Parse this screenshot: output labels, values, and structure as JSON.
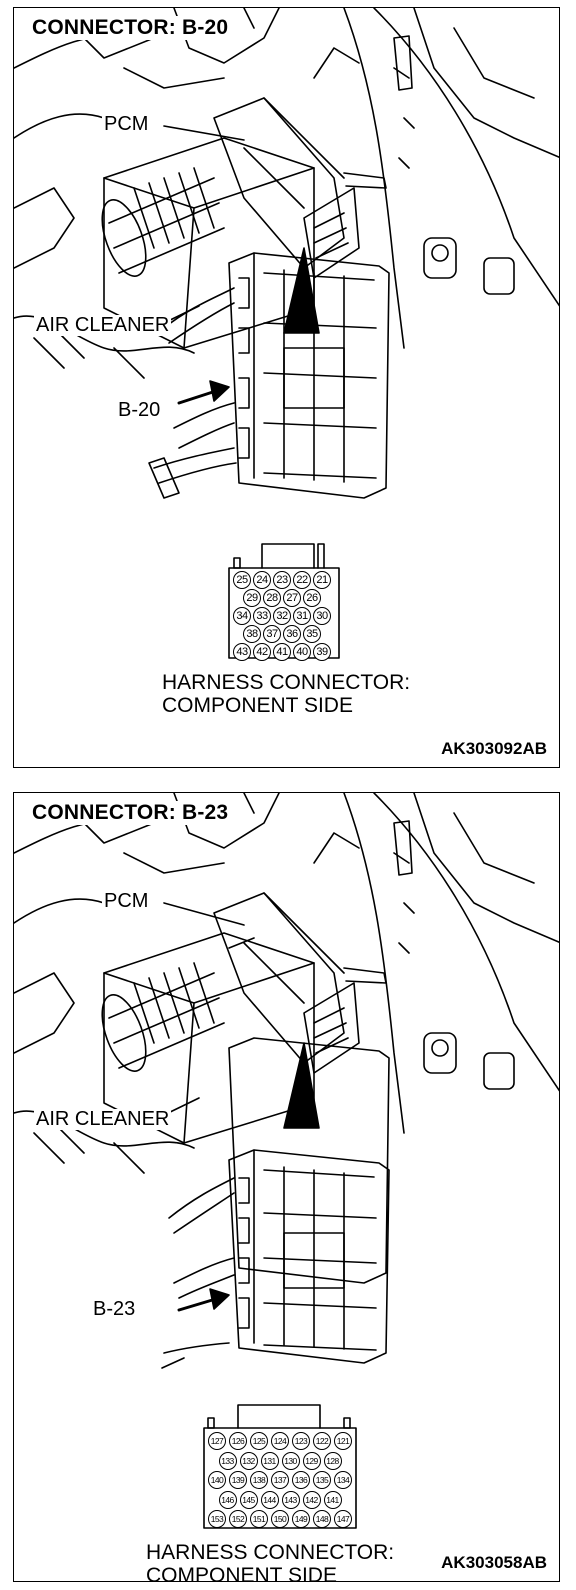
{
  "diagrams": [
    {
      "title": "CONNECTOR: B-20",
      "labels": {
        "pcm": "PCM",
        "air_cleaner": "AIR CLEANER",
        "connector": "B-20"
      },
      "pin_rows": [
        [
          "25",
          "24",
          "23",
          "22",
          "21"
        ],
        [
          "29",
          "28",
          "27",
          "26"
        ],
        [
          "34",
          "33",
          "32",
          "31",
          "30"
        ],
        [
          "38",
          "37",
          "36",
          "35"
        ],
        [
          "43",
          "42",
          "41",
          "40",
          "39"
        ]
      ],
      "caption_line1": "HARNESS CONNECTOR:",
      "caption_line2": "COMPONENT SIDE",
      "code": "AK303092AB"
    },
    {
      "title": "CONNECTOR: B-23",
      "labels": {
        "pcm": "PCM",
        "air_cleaner": "AIR CLEANER",
        "connector": "B-23"
      },
      "pin_rows": [
        [
          "127",
          "126",
          "125",
          "124",
          "123",
          "122",
          "121"
        ],
        [
          "133",
          "132",
          "131",
          "130",
          "129",
          "128"
        ],
        [
          "140",
          "139",
          "138",
          "137",
          "136",
          "135",
          "134"
        ],
        [
          "146",
          "145",
          "144",
          "143",
          "142",
          "141"
        ],
        [
          "153",
          "152",
          "151",
          "150",
          "149",
          "148",
          "147"
        ]
      ],
      "caption_line1": "HARNESS CONNECTOR:",
      "caption_line2": "COMPONENT SIDE",
      "code": "AK303058AB"
    }
  ]
}
